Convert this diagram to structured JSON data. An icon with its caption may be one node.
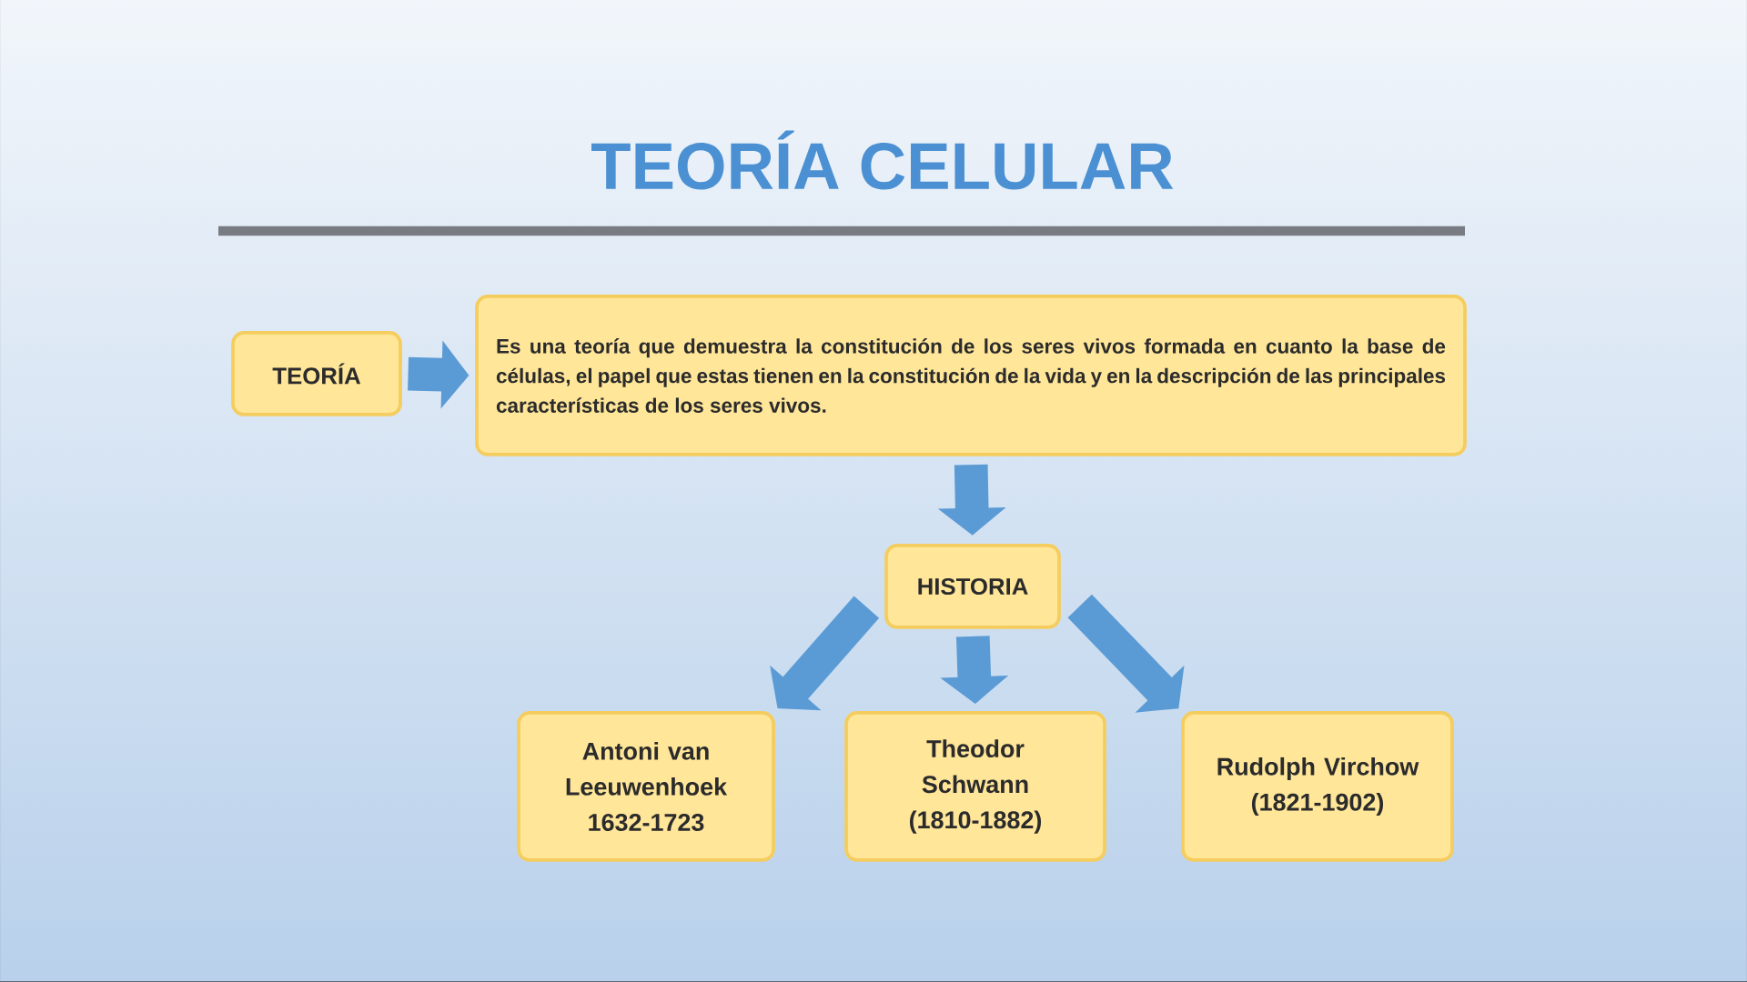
{
  "diagram": {
    "title": "TEORÍA CELULAR",
    "nodes": [
      {
        "text": [
          "TEORÍA"
        ]
      },
      {
        "text": [
          "Es una teoría que demuestra la constitución de los seres vivos formada en cuanto la base de células, el papel que estas tienen en la constitución de la vida y en la descripción de las principales características de los seres vivos."
        ]
      },
      {
        "text": [
          "HISTORIA"
        ]
      },
      {
        "text": [
          "Antoni van Leeuwenhoek 1632-1723"
        ]
      },
      {
        "text": [
          "Theodor Schwann (1810-1882)"
        ]
      },
      {
        "text": [
          "Rudolph Virchow (1821-1902)"
        ]
      }
    ],
    "edges": [
      {
        "from": 0,
        "to": 1,
        "arrow": "to"
      },
      {
        "from": 1,
        "to": 2,
        "arrow": "to"
      },
      {
        "from": 2,
        "to": 3,
        "arrow": "to"
      },
      {
        "from": 2,
        "to": 4,
        "arrow": "to"
      },
      {
        "from": 2,
        "to": 5,
        "arrow": "to"
      }
    ]
  }
}
